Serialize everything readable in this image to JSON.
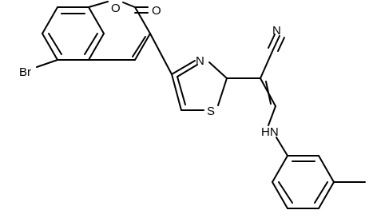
{
  "molecule": {
    "atoms": {
      "bromine": "Br",
      "ring_oxygen": "O",
      "carbonyl_oxygen": "O",
      "thiazole_nitrogen": "N",
      "thiazole_sulfur": "S",
      "nitrile_nitrogen": "N",
      "amine": "HN"
    }
  },
  "colors": {
    "bond": "#000000",
    "label": "#000000",
    "background": "#ffffff"
  }
}
